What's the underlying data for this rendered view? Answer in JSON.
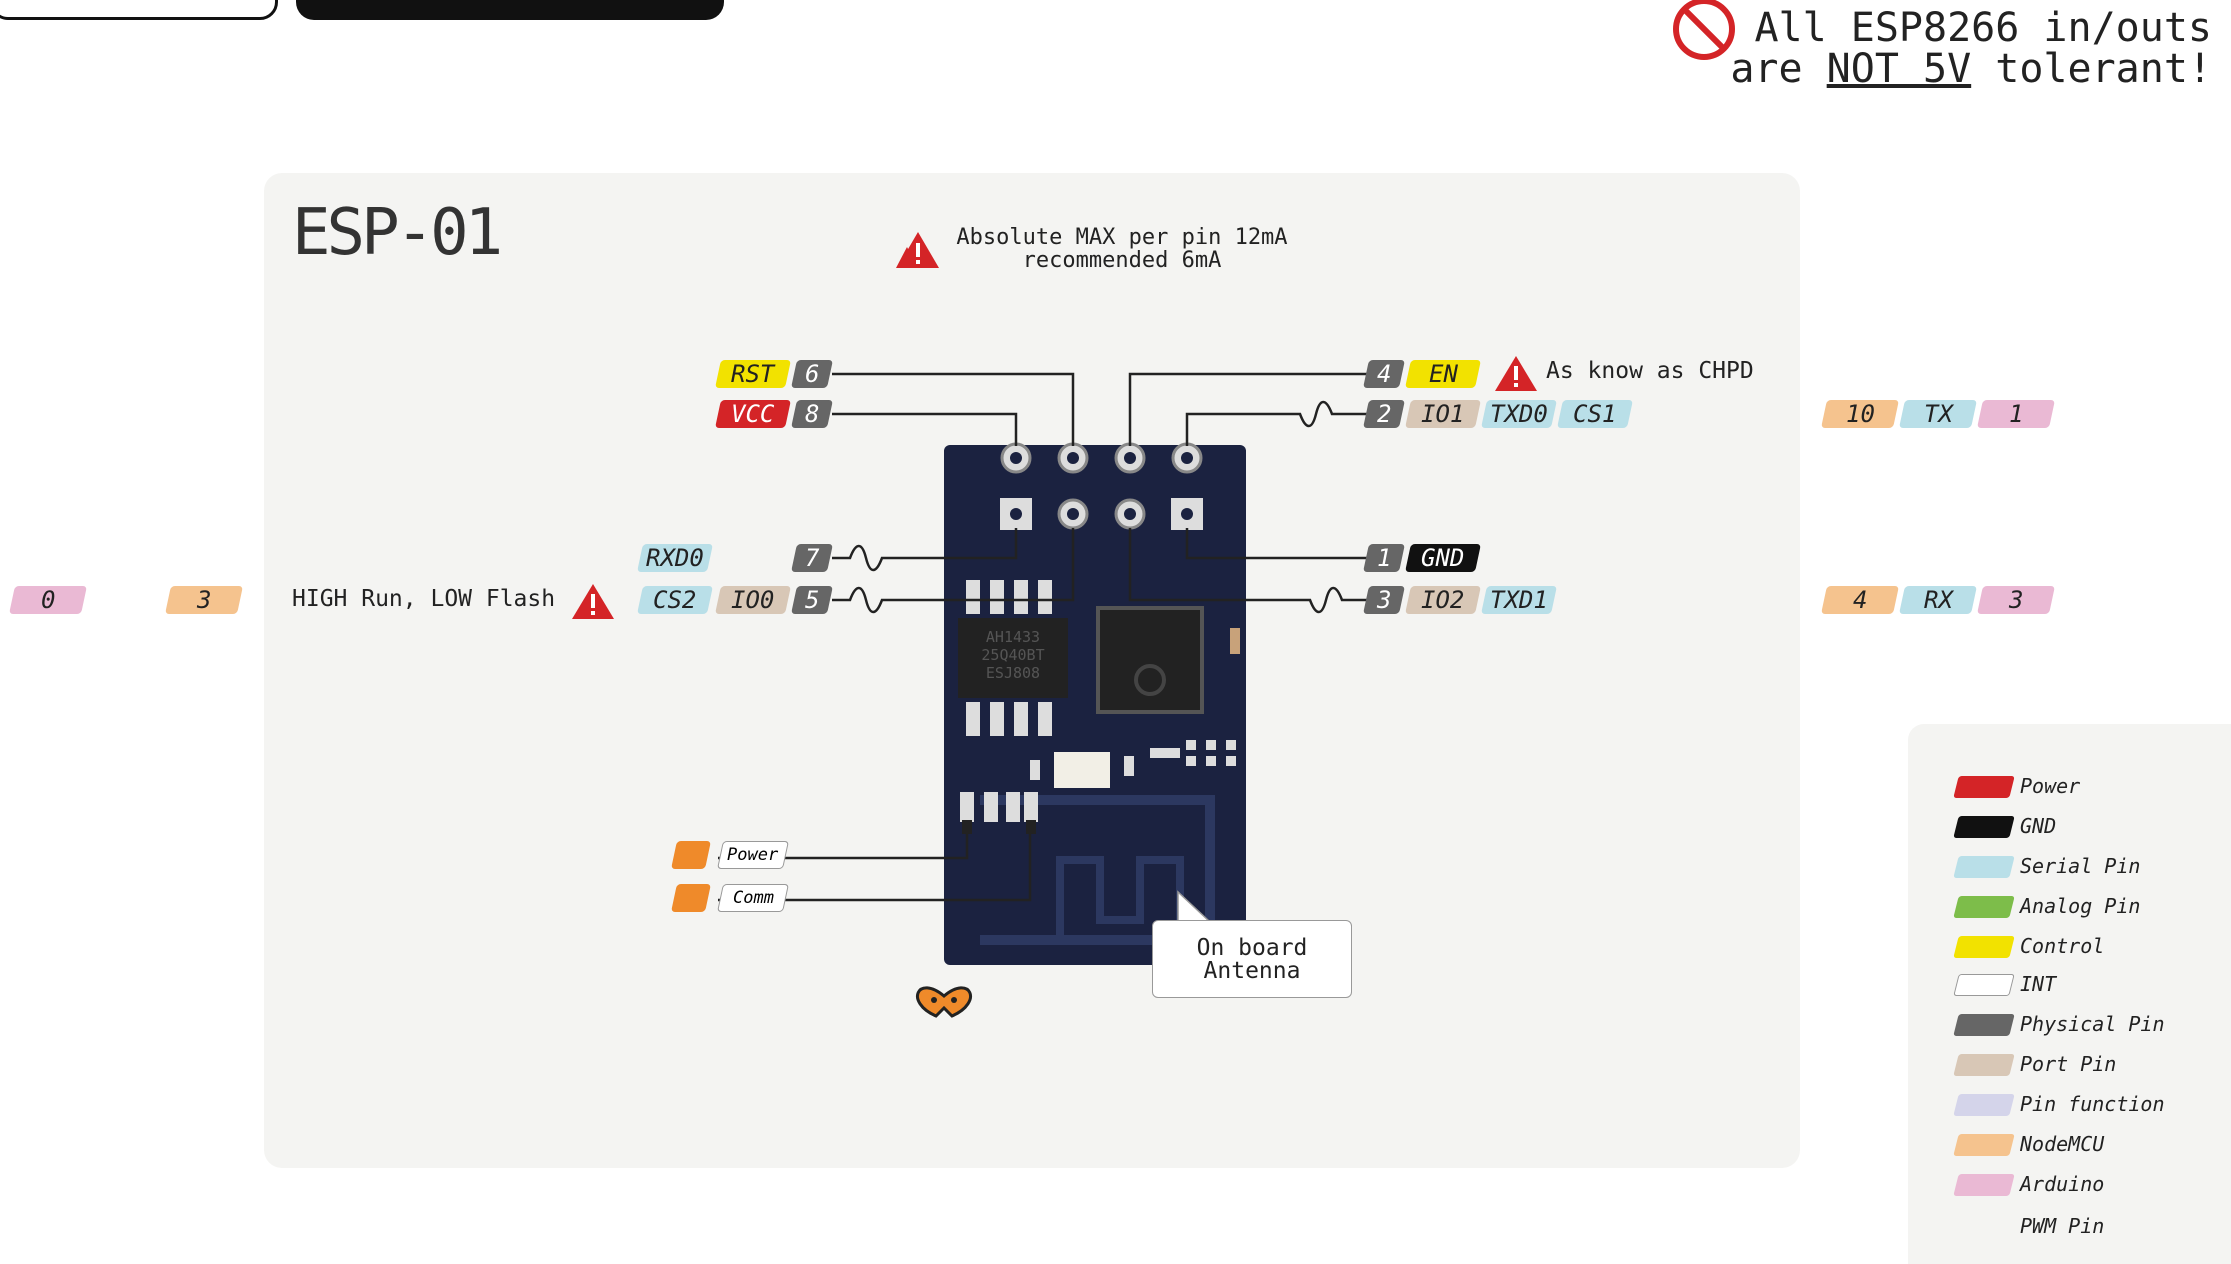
{
  "title": "ESP-01",
  "warning_5v": {
    "line1": "All ESP8266 in/outs",
    "line2_pre": "are ",
    "line2_u": "NOT 5V",
    "line2_post": " tolerant!"
  },
  "abs_max": {
    "line1": "Absolute MAX per pin 12mA",
    "line2": "recommended 6mA"
  },
  "notes": {
    "chpd": "As know as CHPD",
    "high_run": "HIGH Run, LOW Flash"
  },
  "pins": {
    "rst": {
      "name": "RST",
      "phys": "6"
    },
    "vcc": {
      "name": "VCC",
      "phys": "8"
    },
    "en": {
      "phys": "4",
      "name": "EN"
    },
    "io1": {
      "phys": "2",
      "port": "IO1",
      "ser1": "TXD0",
      "ser2": "CS1"
    },
    "rxd0": {
      "ser": "RXD0",
      "phys": "7"
    },
    "io0": {
      "ser": "CS2",
      "port": "IO0",
      "phys": "5"
    },
    "gnd": {
      "phys": "1",
      "name": "GND"
    },
    "io2": {
      "phys": "3",
      "port": "IO2",
      "ser": "TXD1"
    }
  },
  "right_tx": {
    "node": "10",
    "label": "TX",
    "ard": "1"
  },
  "right_rx": {
    "node": "4",
    "label": "RX",
    "ard": "3"
  },
  "left_io0": {
    "ard": "0",
    "node": "3"
  },
  "leds": {
    "power": "Power",
    "comm": "Comm"
  },
  "chip_text": {
    "line1": "AH1433",
    "line2": "25Q40BT",
    "line3": "ESJ808"
  },
  "callout": {
    "line1": "On board",
    "line2": "Antenna"
  },
  "legend": [
    {
      "label": "Power",
      "color": "#d42427"
    },
    {
      "label": "GND",
      "color": "#111111"
    },
    {
      "label": "Serial Pin",
      "color": "#b9dfe8"
    },
    {
      "label": "Analog Pin",
      "color": "#7dbd4a"
    },
    {
      "label": "Control",
      "color": "#f2e200"
    },
    {
      "label": "INT",
      "color": "#ffffff"
    },
    {
      "label": "Physical Pin",
      "color": "#666666"
    },
    {
      "label": "Port Pin",
      "color": "#d8c7b6"
    },
    {
      "label": "Pin function",
      "color": "#d4d4ea"
    },
    {
      "label": "NodeMCU",
      "color": "#f5c38e"
    },
    {
      "label": "Arduino",
      "color": "#eab9d4"
    },
    {
      "label": "PWM Pin",
      "color": ""
    }
  ],
  "colors": {
    "pcb": "#1b2240",
    "panel": "#f4f4f2",
    "accent_warning": "#d42427"
  },
  "icons": [
    "prohibited-icon",
    "warning-triangle-icon",
    "wavy-pwm-icon",
    "led-icon",
    "logo-icon"
  ]
}
